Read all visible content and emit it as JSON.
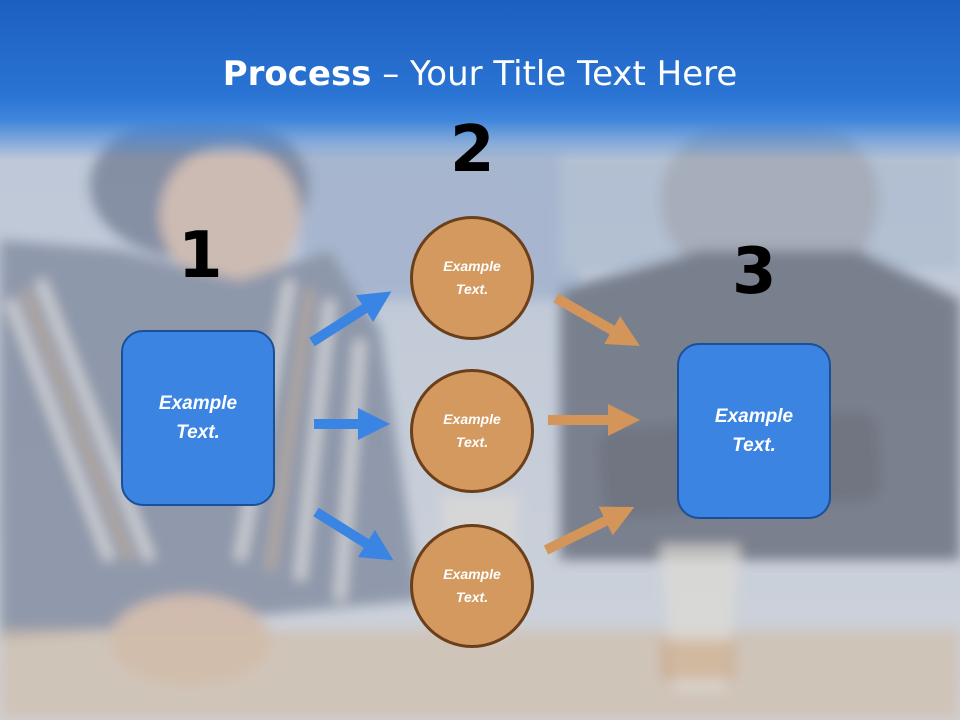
{
  "title": {
    "bold": "Process",
    "rest": " – Your Title Text Here"
  },
  "steps": [
    {
      "number": "1",
      "text": "Example Text."
    },
    {
      "number": "2",
      "items": [
        {
          "text": "Example Text."
        },
        {
          "text": "Example Text."
        },
        {
          "text": "Example Text."
        }
      ]
    },
    {
      "number": "3",
      "text": "Example Text."
    }
  ],
  "colors": {
    "title_band": "#2a74d4",
    "box_fill": "#3c84e2",
    "box_border": "#1a4f9a",
    "circle_fill": "#d3995e",
    "circle_border": "#6b3f1a",
    "arrow_blue": "#3a84e4",
    "arrow_tan": "#d4955a"
  },
  "background": "photo of an older couple at a table with champagne glasses"
}
